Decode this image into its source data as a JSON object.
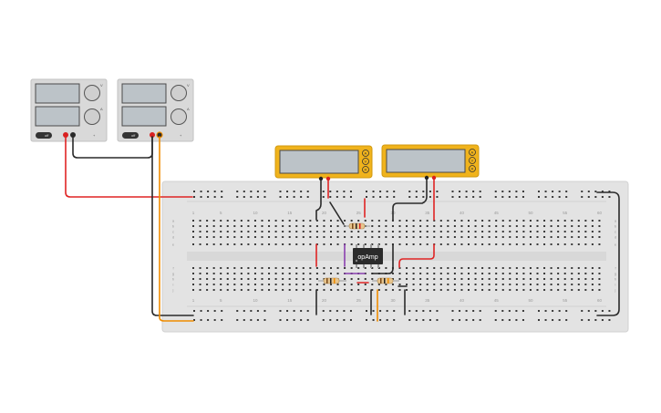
{
  "power_supplies": [
    {
      "id": "ps1",
      "knob1_label": "V",
      "knob2_label": "A",
      "switch_label": "off",
      "output_label": "+"
    },
    {
      "id": "ps2",
      "knob1_label": "V",
      "knob2_label": "A",
      "switch_label": "off",
      "output_label": "+"
    }
  ],
  "multimeters": [
    {
      "id": "mm1",
      "modes": [
        "A",
        "V",
        "R"
      ]
    },
    {
      "id": "mm2",
      "modes": [
        "A",
        "V",
        "R"
      ]
    }
  ],
  "breadboard": {
    "column_numbers": [
      "1",
      "5",
      "10",
      "15",
      "20",
      "25",
      "30",
      "35",
      "40",
      "45",
      "50",
      "55",
      "60"
    ],
    "top_rows": [
      "a",
      "b",
      "c",
      "d",
      "e"
    ],
    "bottom_rows": [
      "f",
      "g",
      "h",
      "i",
      "j"
    ]
  },
  "chip": {
    "label": "opAmp"
  },
  "colors": {
    "wire_red": "#e02424",
    "wire_black": "#2a2a2a",
    "wire_orange": "#f08c00",
    "wire_purple": "#8a3fb0",
    "meter_body": "#f0b31c",
    "breadboard": "#e3e3e3",
    "ps_body": "#d9d9d9"
  }
}
